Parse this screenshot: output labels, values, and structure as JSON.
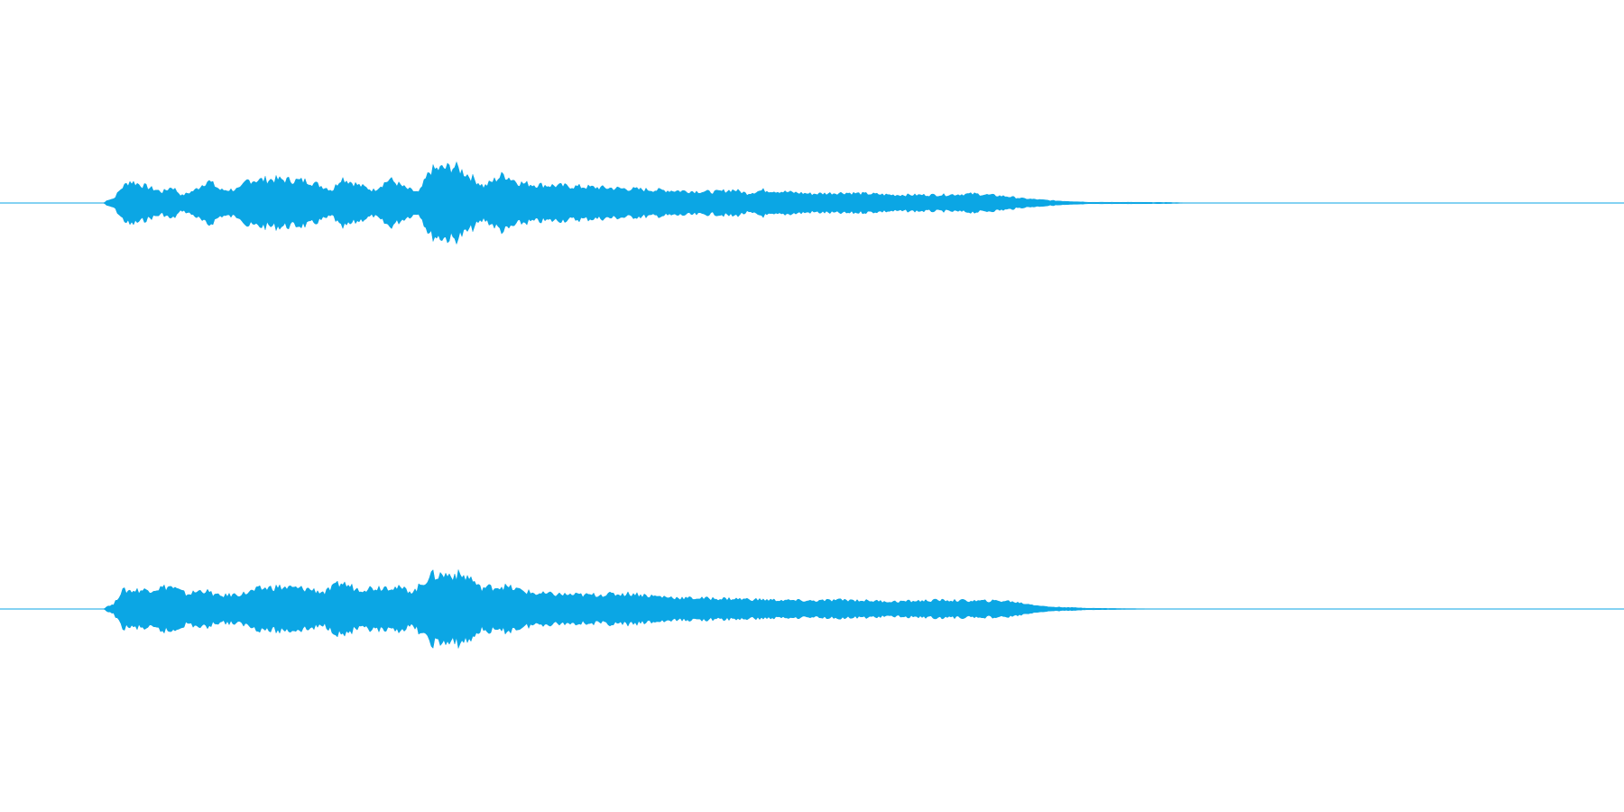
{
  "waveform": {
    "color": "#0BA6E4",
    "channels": [
      {
        "name": "left",
        "envelope": [
          [
            0.0,
            0.0
          ],
          [
            0.064,
            0.0
          ],
          [
            0.066,
            0.08
          ],
          [
            0.07,
            0.12
          ],
          [
            0.075,
            0.42
          ],
          [
            0.08,
            0.6
          ],
          [
            0.09,
            0.45
          ],
          [
            0.1,
            0.3
          ],
          [
            0.106,
            0.45
          ],
          [
            0.112,
            0.2
          ],
          [
            0.12,
            0.35
          ],
          [
            0.128,
            0.62
          ],
          [
            0.136,
            0.35
          ],
          [
            0.148,
            0.38
          ],
          [
            0.152,
            0.62
          ],
          [
            0.17,
            0.65
          ],
          [
            0.19,
            0.6
          ],
          [
            0.205,
            0.35
          ],
          [
            0.21,
            0.7
          ],
          [
            0.22,
            0.5
          ],
          [
            0.23,
            0.35
          ],
          [
            0.24,
            0.65
          ],
          [
            0.25,
            0.4
          ],
          [
            0.258,
            0.28
          ],
          [
            0.265,
            0.9
          ],
          [
            0.28,
            1.0
          ],
          [
            0.29,
            0.72
          ],
          [
            0.298,
            0.45
          ],
          [
            0.31,
            0.78
          ],
          [
            0.32,
            0.55
          ],
          [
            0.33,
            0.5
          ],
          [
            0.36,
            0.44
          ],
          [
            0.4,
            0.36
          ],
          [
            0.44,
            0.3
          ],
          [
            0.452,
            0.36
          ],
          [
            0.46,
            0.26
          ],
          [
            0.47,
            0.35
          ],
          [
            0.5,
            0.25
          ],
          [
            0.52,
            0.28
          ],
          [
            0.55,
            0.22
          ],
          [
            0.58,
            0.22
          ],
          [
            0.6,
            0.25
          ],
          [
            0.62,
            0.18
          ],
          [
            0.63,
            0.12
          ],
          [
            0.65,
            0.06
          ],
          [
            0.672,
            0.02
          ],
          [
            0.69,
            0.02
          ],
          [
            0.72,
            0.015
          ],
          [
            0.735,
            0.0
          ],
          [
            1.0,
            0.0
          ]
        ]
      },
      {
        "name": "right",
        "envelope": [
          [
            0.0,
            0.0
          ],
          [
            0.064,
            0.0
          ],
          [
            0.066,
            0.08
          ],
          [
            0.07,
            0.12
          ],
          [
            0.075,
            0.5
          ],
          [
            0.09,
            0.52
          ],
          [
            0.105,
            0.62
          ],
          [
            0.115,
            0.4
          ],
          [
            0.125,
            0.52
          ],
          [
            0.135,
            0.35
          ],
          [
            0.15,
            0.42
          ],
          [
            0.16,
            0.55
          ],
          [
            0.17,
            0.6
          ],
          [
            0.19,
            0.55
          ],
          [
            0.2,
            0.45
          ],
          [
            0.21,
            0.72
          ],
          [
            0.22,
            0.55
          ],
          [
            0.23,
            0.58
          ],
          [
            0.24,
            0.62
          ],
          [
            0.255,
            0.48
          ],
          [
            0.265,
            0.92
          ],
          [
            0.28,
            0.95
          ],
          [
            0.29,
            0.85
          ],
          [
            0.295,
            0.58
          ],
          [
            0.31,
            0.62
          ],
          [
            0.33,
            0.42
          ],
          [
            0.36,
            0.38
          ],
          [
            0.39,
            0.42
          ],
          [
            0.4,
            0.36
          ],
          [
            0.42,
            0.3
          ],
          [
            0.45,
            0.28
          ],
          [
            0.48,
            0.24
          ],
          [
            0.5,
            0.22
          ],
          [
            0.52,
            0.25
          ],
          [
            0.55,
            0.2
          ],
          [
            0.58,
            0.24
          ],
          [
            0.6,
            0.22
          ],
          [
            0.62,
            0.22
          ],
          [
            0.632,
            0.14
          ],
          [
            0.645,
            0.06
          ],
          [
            0.672,
            0.02
          ],
          [
            0.72,
            0.0
          ],
          [
            1.0,
            0.0
          ]
        ]
      }
    ]
  }
}
